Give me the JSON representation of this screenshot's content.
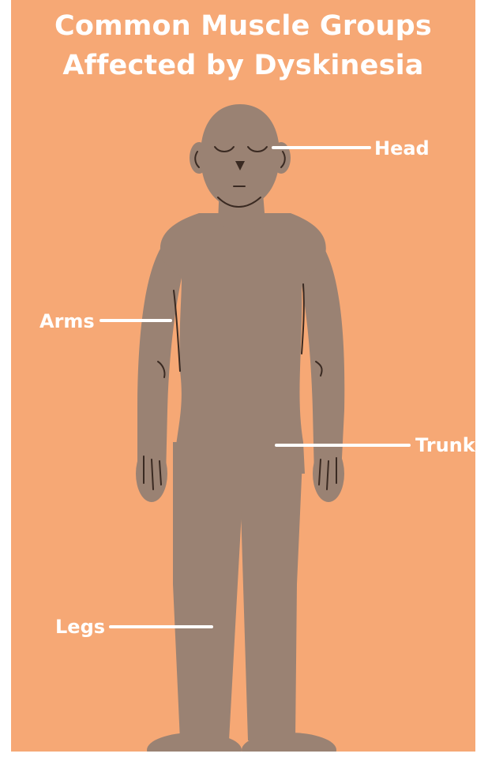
{
  "title": {
    "line1": "Common Muscle Groups",
    "line2": "Affected by Dyskinesia"
  },
  "labels": {
    "head": "Head",
    "arms": "Arms",
    "trunk": "Trunk",
    "legs": "Legs"
  },
  "colors": {
    "background": "#F6A875",
    "body": "#9A8273",
    "outline": "#3A2A22",
    "text": "#FFFFFF"
  }
}
